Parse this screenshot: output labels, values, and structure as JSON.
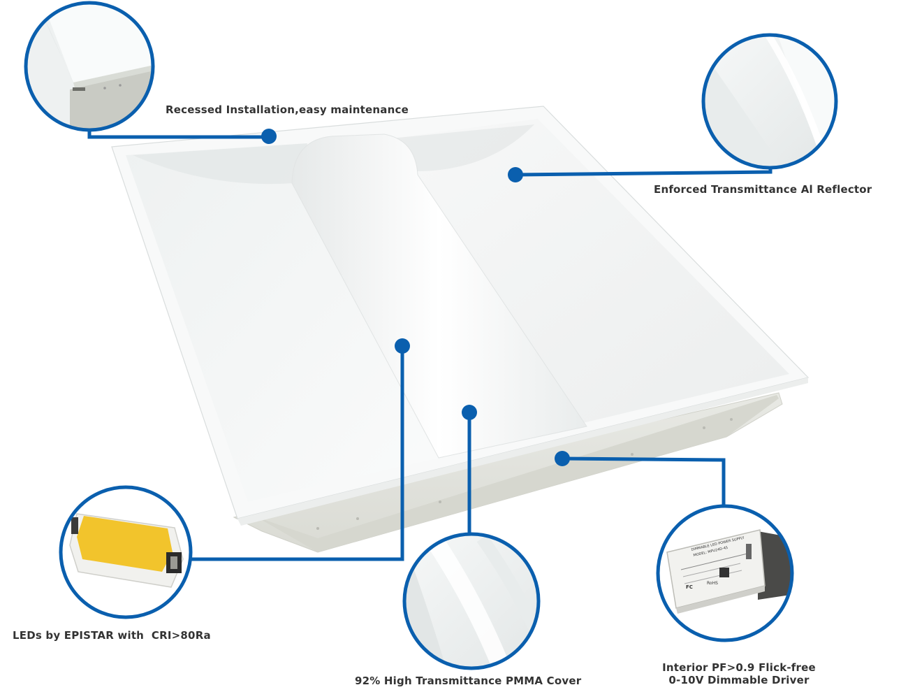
{
  "colors": {
    "accent": "#0a5fae",
    "label_text": "#333333",
    "panel_white": "#f4f6f6",
    "led_yellow": "#f2c42c"
  },
  "features": {
    "recessed": {
      "label": "Recessed Installation,easy maintenance"
    },
    "reflector": {
      "label": "Enforced Transmittance Al Reflector"
    },
    "leds": {
      "label": "LEDs by EPISTAR with  CRI>80Ra"
    },
    "cover": {
      "label": "92% High Transmittance PMMA Cover"
    },
    "driver": {
      "line1": "Interior PF>0.9 Flick-free",
      "line2": "0-10V Dimmable Driver"
    }
  },
  "driver_label": {
    "title": "DIMMABLE LED POWER SUPPLY",
    "model": "MODEL: MPU24D-45",
    "rohs": "RoHS",
    "fc": "FC"
  }
}
